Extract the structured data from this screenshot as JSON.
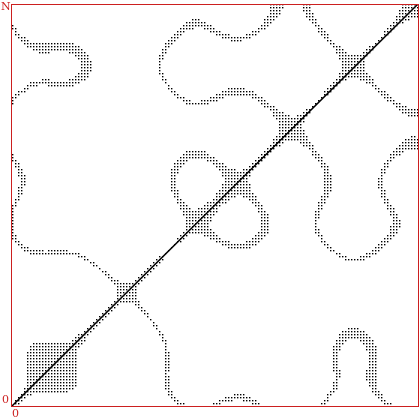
{
  "axes": {
    "top_left_label": "N",
    "y_origin_label": "0",
    "x_origin_label": "0"
  },
  "colors": {
    "frame": "#cc1f1f",
    "plot_ink": "#000000",
    "background": "#ffffff"
  }
}
